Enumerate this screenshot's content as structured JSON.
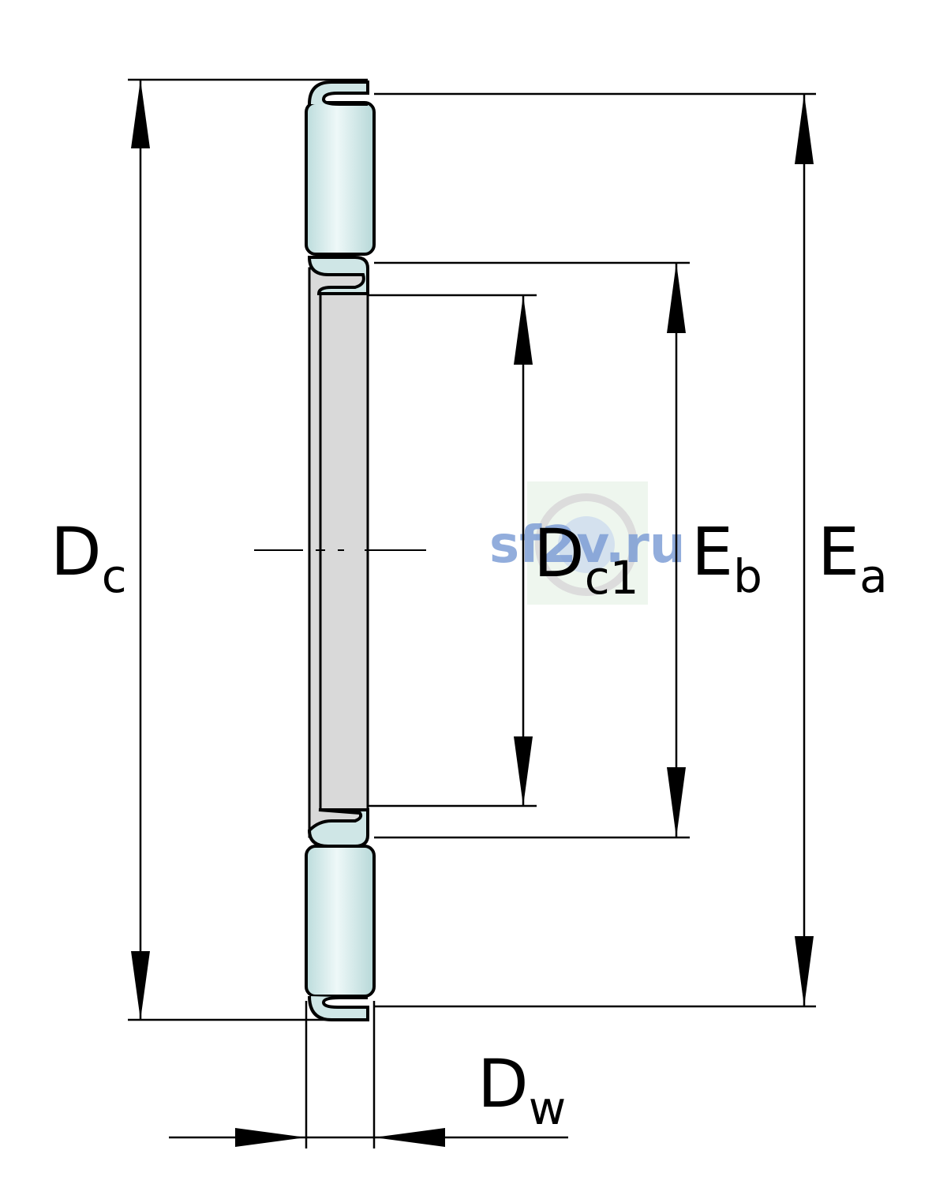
{
  "labels": {
    "dc": {
      "main": "D",
      "sub": "c"
    },
    "dc1": {
      "main": "D",
      "sub": "c1"
    },
    "eb": {
      "main": "E",
      "sub": "b"
    },
    "ea": {
      "main": "E",
      "sub": "a"
    },
    "dw": {
      "main": "D",
      "sub": "w"
    }
  },
  "watermark": {
    "text": "sf2v.ru"
  },
  "colors": {
    "roller": "#cfe6e6",
    "roller_highlight": "#eef8f8",
    "washer": "#d9d9d9",
    "line": "#000000",
    "watermark_text": "#7f9fd6",
    "watermark_bg": "#eef6ee"
  }
}
